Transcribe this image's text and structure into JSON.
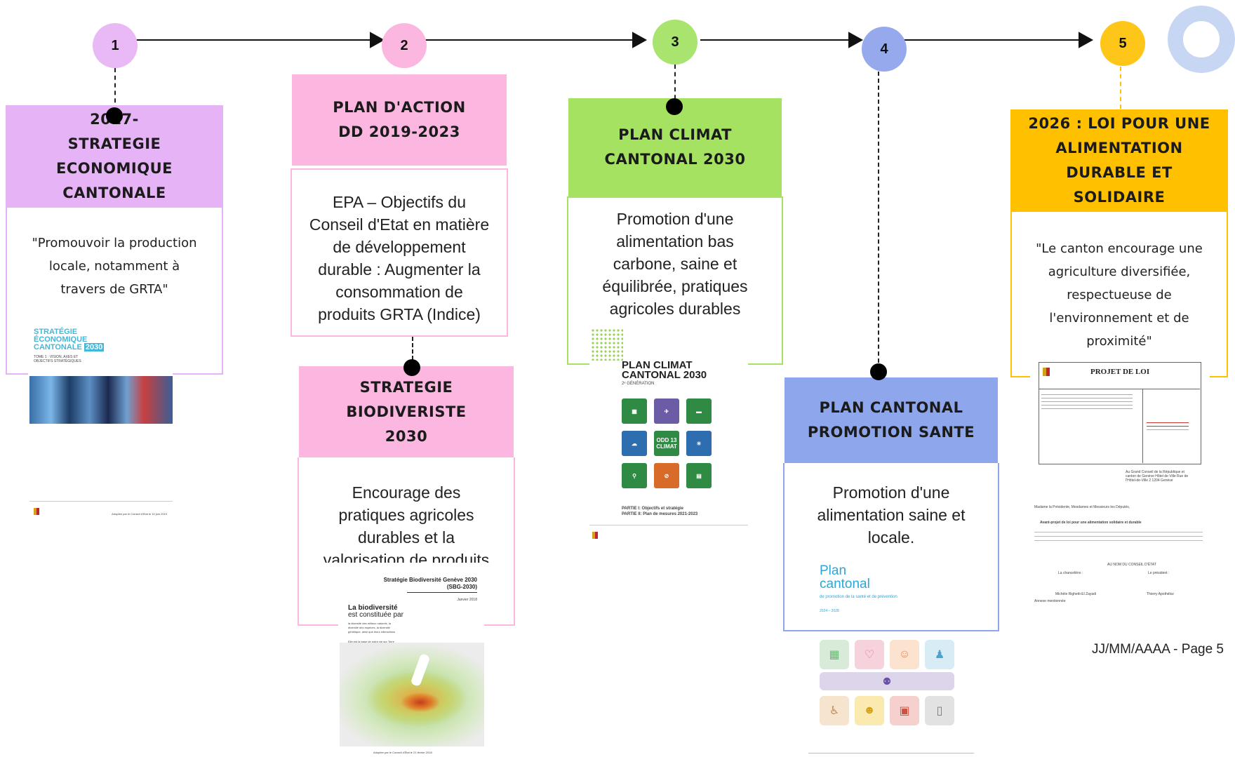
{
  "steps": [
    "1",
    "2",
    "3",
    "4",
    "5"
  ],
  "colors": {
    "step1": "#e8b9f5",
    "step2": "#fbb7df",
    "step3": "#a8e46e",
    "step4": "#96a9ec",
    "step5": "#ffc61a",
    "card1_header": "#e6b3f6",
    "card2_header": "#fbb7e0",
    "card3_header": "#a5e262",
    "card4_header": "#8ea7ec",
    "card5_header": "#ffc000",
    "ring": "#c7d7f3"
  },
  "cards": {
    "c1": {
      "title": "2017- STRATEGIE ECONOMIQUE CANTONALE",
      "text": "\"Promouvoir la production locale, notamment à travers de GRTA\""
    },
    "c2": {
      "title": "PLAN D'ACTION DD 2019-2023",
      "text": "EPA – Objectifs du Conseil d'Etat en matière de développement durable : Augmenter la consommation de produits GRTA (Indice)"
    },
    "c2b": {
      "title": "STRATEGIE BIODIVERISTE 2030",
      "text": "Encourage des pratiques agricoles durables et la valorisation de produits"
    },
    "c3": {
      "title": "PLAN CLIMAT CANTONAL 2030",
      "text": "Promotion d'une alimentation bas carbone, saine et équilibrée, pratiques agricoles durables"
    },
    "c4": {
      "title": "PLAN CANTONAL PROMOTION SANTE",
      "text": "Promotion d'une alimentation saine et locale."
    },
    "c5": {
      "title": "2026 : LOI POUR UNE ALIMENTATION DURABLE ET SOLIDAIRE",
      "text": "\"Le canton encourage une agriculture diversifiée, respectueuse de l'environnement et de proximité\""
    }
  },
  "docs": {
    "sec": {
      "title": "STRATÉGIE ÉCONOMIQUE CANTONALE",
      "year": "2030",
      "sub": "TOME 1 : VISION, AXES ET OBJECTIFS STRATÉGIQUES",
      "footer": "Adoptée par le Conseil d'Etat le 19 juin 2019"
    },
    "biodiv": {
      "title": "Stratégie Biodiversité Genève 2030",
      "sub": "(SBG-2030)",
      "date": "Janvier 2018",
      "l1": "La biodiversité",
      "l2": "est constituée par",
      "lines": "la diversité des milieux naturels, la diversité des espèces, la diversité génétique, ainsi que leurs interactions",
      "base": "Elle est la base de notre vie sur Terre",
      "footer": "Adoptée par le Conseil d'État le 21 février 2018"
    },
    "climat": {
      "title": "PLAN CLIMAT CANTONAL 2030",
      "gen": "2ᵉ GÉNÉRATION",
      "odd": "ODD 13 CLIMAT",
      "p1": "PARTIE I: Objectifs et stratégie",
      "p2": "PARTIE II: Plan de mesures 2021-2023"
    },
    "sante": {
      "l1": "Plan",
      "l2": "cantonal",
      "sub": "de promotion de la santé et de prévention",
      "years": "2024 – 2028"
    },
    "loi": {
      "title": "PROJET DE LOI",
      "addr": "Au Grand Conseil de la République et canton de Genève Hôtel de Ville Rue de l'Hôtel-de-Ville 2 1204 Genève",
      "greet": "Madame la Présidente, Mesdames et Messieurs les Députés,",
      "avant": "Avant-projet de loi pour une alimentation solidaire et durable",
      "sign": "AU NOM DU CONSEIL D'ÉTAT",
      "chancel": "La chancelière :",
      "pres": "Le président :",
      "n1": "Michèle Righetti-El Zayadi",
      "n2": "Thierry Apothéloz",
      "annex": "Annexe mentionnée"
    }
  },
  "footer": "JJ/MM/AAAA -  Page 5"
}
